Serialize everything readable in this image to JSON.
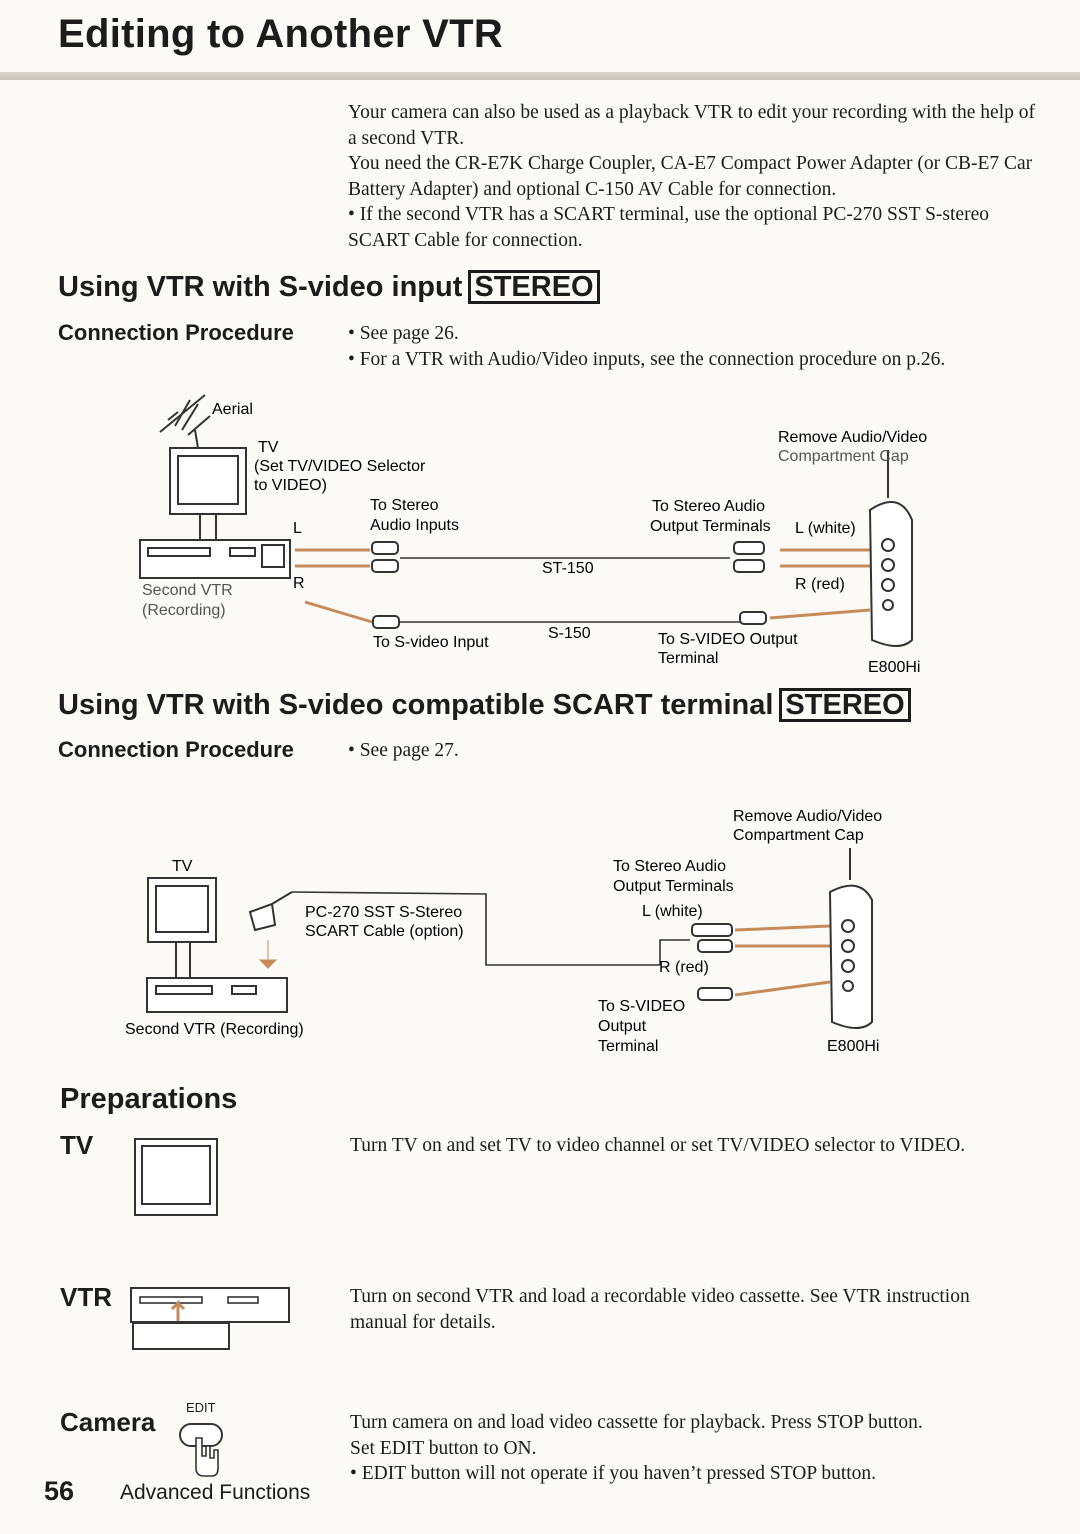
{
  "page": {
    "title": "Editing to Another VTR",
    "page_number": "56",
    "section_label": "Advanced Functions"
  },
  "intro": {
    "p1": "Your camera can also be used as a playback VTR to edit your recording with the help of a second VTR.",
    "p2": "You need the CR-E7K Charge Coupler, CA-E7 Compact Power Adapter (or CB-E7 Car Battery Adapter) and optional C-150 AV Cable for connection.",
    "p3": "• If the second VTR has a SCART terminal, use the optional PC-270 SST S-stereo SCART Cable for connection."
  },
  "section1": {
    "heading": "Using VTR with S-video input",
    "badge": "STEREO",
    "proc_label": "Connection Procedure",
    "bullet1": "• See page 26.",
    "bullet2": "• For a VTR with Audio/Video inputs, see the connection procedure on p.26.",
    "diagram": {
      "aerial": "Aerial",
      "tv": "TV",
      "tv_note1": "(Set TV/VIDEO Selector",
      "tv_note2": "to VIDEO)",
      "to_stereo_audio_inputs1": "To Stereo",
      "to_stereo_audio_inputs2": "Audio Inputs",
      "L": "L",
      "R": "R",
      "second_vtr": "Second VTR",
      "recording": "(Recording)",
      "st150": "ST-150",
      "s150": "S-150",
      "to_svideo_input": "To S-video Input",
      "remove_cap1": "Remove Audio/Video",
      "remove_cap2": "Compartment Cap",
      "to_stereo_out1": "To Stereo Audio",
      "to_stereo_out2": "Output Terminals",
      "l_white": "L (white)",
      "r_red": "R (red)",
      "to_svideo_out1": "To S-VIDEO Output",
      "to_svideo_out2": "Terminal",
      "model": "E800Hi"
    }
  },
  "section2": {
    "heading": "Using VTR with S-video compatible SCART terminal",
    "badge": "STEREO",
    "proc_label": "Connection Procedure",
    "bullet1": "• See page 27.",
    "diagram": {
      "tv": "TV",
      "cable1": "PC-270 SST S-Stereo",
      "cable2": "SCART Cable (option)",
      "second_vtr_rec": "Second VTR (Recording)",
      "remove_cap1": "Remove Audio/Video",
      "remove_cap2": "Compartment Cap",
      "to_stereo_out1": "To Stereo Audio",
      "to_stereo_out2": "Output Terminals",
      "l_white": "L (white)",
      "r_red": "R (red)",
      "to_svideo1": "To S-VIDEO",
      "to_svideo2": "Output",
      "to_svideo3": "Terminal",
      "model": "E800Hi"
    }
  },
  "preparations": {
    "heading": "Preparations",
    "tv_label": "TV",
    "tv_text": "Turn TV on and set TV to video channel or set TV/VIDEO selector to VIDEO.",
    "vtr_label": "VTR",
    "vtr_text": "Turn on second VTR and load a recordable video cassette. See VTR instruction manual for details.",
    "camera_label": "Camera",
    "edit_label": "EDIT",
    "camera_text1": "Turn camera on and load video cassette for playback. Press STOP button.",
    "camera_text2": "Set EDIT button to ON.",
    "camera_text3": "• EDIT button will not operate if you haven’t pressed STOP button."
  }
}
